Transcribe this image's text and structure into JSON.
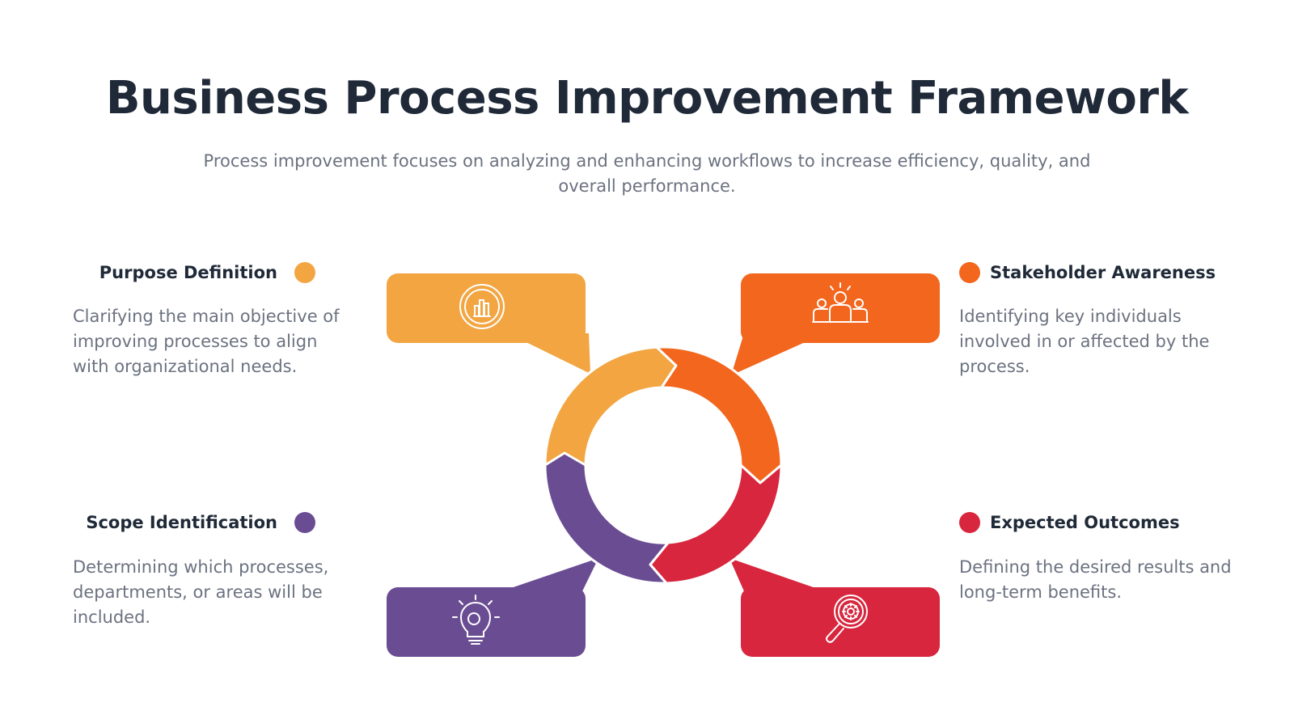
{
  "header": {
    "title": "Business Process Improvement Framework",
    "subtitle": "Process improvement focuses on analyzing and enhancing workflows to increase efficiency, quality, and overall performance."
  },
  "items": [
    {
      "key": "purpose",
      "title": "Purpose Definition",
      "description": "Clarifying the main objective of improving processes to align with organizational needs.",
      "color": "#f2a541",
      "icon": "bar-chart-circle-icon"
    },
    {
      "key": "stakeholder",
      "title": "Stakeholder Awareness",
      "description": "Identifying key individuals involved in or affected by the process.",
      "color": "#f2661d",
      "icon": "people-group-icon"
    },
    {
      "key": "scope",
      "title": "Scope Identification",
      "description": "Determining which processes, departments, or areas will be included.",
      "color": "#6a4c93",
      "icon": "lightbulb-gear-icon"
    },
    {
      "key": "outcomes",
      "title": "Expected Outcomes",
      "description": "Defining the desired results and long-term benefits.",
      "color": "#d7263d",
      "icon": "magnifier-gear-icon"
    }
  ]
}
